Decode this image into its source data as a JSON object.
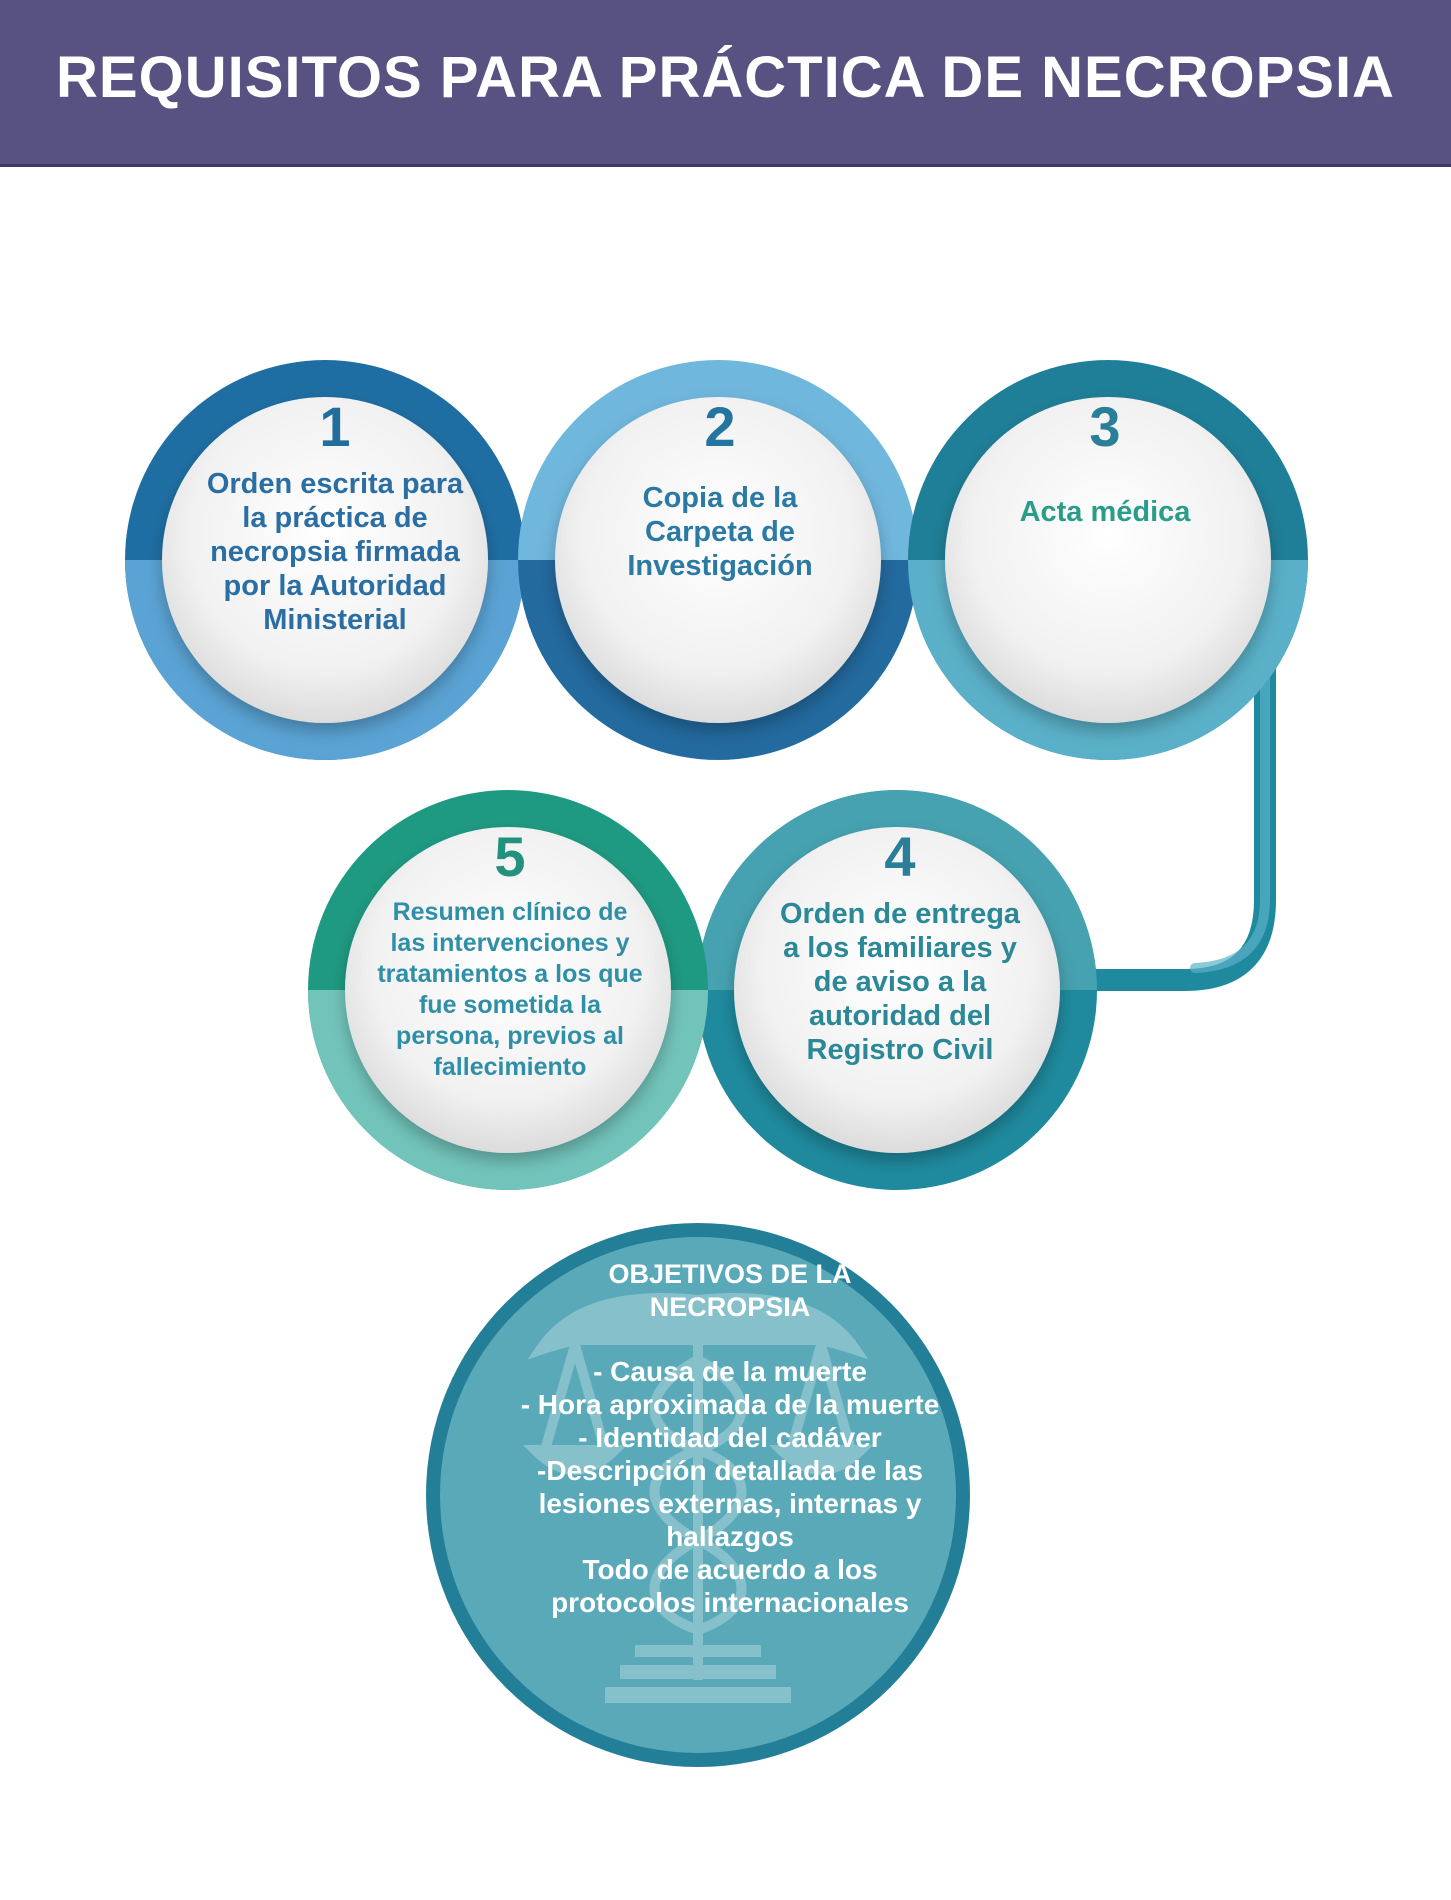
{
  "header": {
    "title": "REQUISITOS PARA PRÁCTICA DE NECROPSIA"
  },
  "steps": [
    {
      "number": "1",
      "label": "Orden escrita para\nla práctica de\nnecropsia firmada\npor la Autoridad\nMinisterial"
    },
    {
      "number": "2",
      "label": "Copia de la\nCarpeta de\nInvestigación"
    },
    {
      "number": "3",
      "label": "Acta médica"
    },
    {
      "number": "4",
      "label": "Orden de entrega\na los familiares y\nde aviso a la\nautoridad del\nRegistro Civil"
    },
    {
      "number": "5",
      "label": "Resumen clínico de\nlas intervenciones y\ntratamientos a los que\nfue sometida la\npersona, previos al\nfallecimiento"
    }
  ],
  "objectives": {
    "title": "OBJETIVOS DE LA\nNECROPSIA",
    "items": [
      "- Causa de la muerte",
      "- Hora aproximada de la muerte",
      "- Identidad del cadáver",
      "-Descripción detallada de las\nlesiones externas, internas y\nhallazgos",
      "Todo de acuerdo a los\nprotocolos internacionales"
    ]
  },
  "colors": {
    "header_bg": "#585283",
    "ring_1_top": "#1f6ea3",
    "ring_1_bottom": "#5aa3d4",
    "ring_2_top": "#70b7dd",
    "ring_2_bottom": "#236a9f",
    "ring_3_top": "#1f7f98",
    "ring_3_bottom": "#5ab0c8",
    "ring_4": "#1f8a9e",
    "ring_5_top": "#1f9a82",
    "ring_5_bottom": "#72c4bb",
    "objectives_circle": "#5aa9b8",
    "objectives_border": "#237f98"
  },
  "icons": {
    "objectives_watermark": "caduceus-scales-icon"
  }
}
